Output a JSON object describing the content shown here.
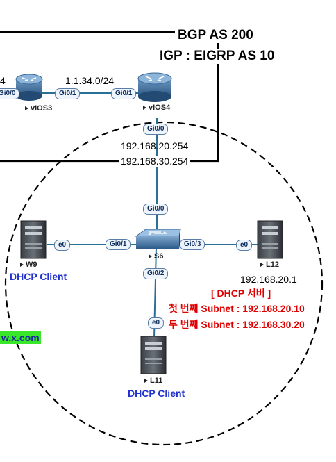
{
  "title": {
    "bgp": "BGP AS 200",
    "igp": "IGP : EIGRP AS 10"
  },
  "network": {
    "link_34": "1.1.34.0/24",
    "cut_left_label": "4",
    "vios4_ip1": "192.168.20.254",
    "vios4_ip2": "192.168.30.254",
    "l12_ip": "192.168.20.1"
  },
  "devices": {
    "vios3": "vIOS3",
    "vios4": "vIOS4",
    "s6": "S6",
    "w9": "W9",
    "l11": "L11",
    "l12": "L12"
  },
  "ports": {
    "r3_left": "Gi0/0",
    "r3_right": "Gi0/1",
    "r4_left": "Gi0/1",
    "r4_down": "Gi0/0",
    "s6_up": "Gi0/0",
    "s6_left": "Gi0/1",
    "s6_right": "Gi0/3",
    "s6_down": "Gi0/2",
    "w9_e0": "e0",
    "l12_e0": "e0",
    "l11_e0": "e0"
  },
  "roles": {
    "w9": "DHCP Client",
    "l11": "DHCP Client"
  },
  "dhcp_server": {
    "title": "[ DHCP 서버 ]",
    "first": "첫 번째 Subnet : 192.168.20.10",
    "second": "두 번째 Subnet : 192.168.30.20"
  },
  "cut_url": "w.x.com",
  "colors": {
    "client_text": "#2233cc",
    "server_text": "#e00000",
    "url_bg": "#39e62a"
  }
}
